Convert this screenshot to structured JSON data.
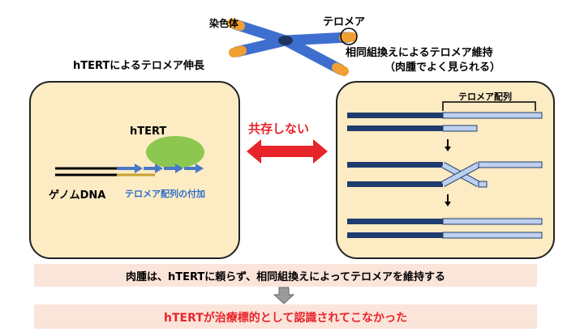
{
  "chromosome": {
    "label": "染色体",
    "telomere_label": "テロメア"
  },
  "left_panel": {
    "title": "hTERTによるテロメア伸長",
    "enzyme_label": "hTERT",
    "dna_label": "ゲノムDNA",
    "added_label": "テロメア配列の付加"
  },
  "center": {
    "label": "共存しない"
  },
  "right_panel": {
    "title_line1": "相同組換えによるテロメア維持",
    "title_line2": "（肉腫でよく見られる）",
    "sequence_label": "テロメア配列"
  },
  "conclusion": {
    "line1": "肉腫は、hTERTに頼らず、相同組換えによってテロメアを維持する",
    "line2": "hTERTが治療標的として認識されてこなかった"
  },
  "colors": {
    "panel_fill": "#fcebc3",
    "dark_strand": "#1f3c6e",
    "light_strand": "#bdd0ee",
    "telomere_blue": "#4a78c8",
    "highlight_red": "#e8242b",
    "enzyme_green": "#8cc850",
    "gold_strand": "#c8a030",
    "band_fill": "#fbe4d9"
  }
}
